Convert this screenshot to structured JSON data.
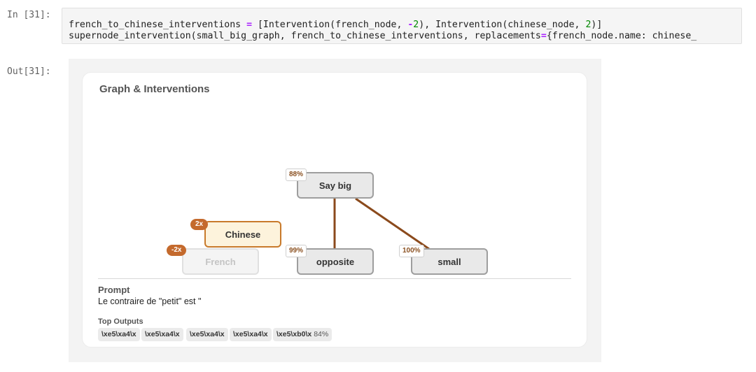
{
  "cell": {
    "in_prompt": "In [31]:",
    "out_prompt": "Out[31]:",
    "code_line1": {
      "a": "french_to_chinese_interventions ",
      "eq": "=",
      "b": " [Intervention(french_node, ",
      "neg": "-",
      "n1": "2",
      "c": "), Intervention(chinese_node, ",
      "n2": "2",
      "d": ")]"
    },
    "code_line2": {
      "a": "supernode_intervention(small_big_graph, french_to_chinese_interventions, replacements",
      "eq": "=",
      "b": "{french_node.name: chinese_"
    }
  },
  "panel": {
    "title": "Graph & Interventions",
    "nodes": [
      {
        "id": "say-big",
        "label": "Say big",
        "pct": "88%"
      },
      {
        "id": "chinese",
        "label": "Chinese",
        "mult": "2x"
      },
      {
        "id": "french",
        "label": "French",
        "mult": "-2x"
      },
      {
        "id": "opposite",
        "label": "opposite",
        "pct": "99%"
      },
      {
        "id": "small",
        "label": "small",
        "pct": "100%"
      }
    ],
    "edge_color": "#8b4a1c",
    "accent_color": "#c46a2d",
    "prompt_label": "Prompt",
    "prompt_text": "Le contraire de \"petit\" est \"",
    "top_outputs_label": "Top Outputs",
    "top_outputs": [
      {
        "token": "\\xe5\\xa4\\x",
        "pct": ""
      },
      {
        "token": "\\xe5\\xa4\\x",
        "pct": ""
      },
      {
        "token": "\\xe5\\xa4\\x",
        "pct": ""
      },
      {
        "token": "\\xe5\\xa4\\x",
        "pct": ""
      },
      {
        "token": "\\xe5\\xb0\\x",
        "pct": "84%"
      }
    ]
  }
}
